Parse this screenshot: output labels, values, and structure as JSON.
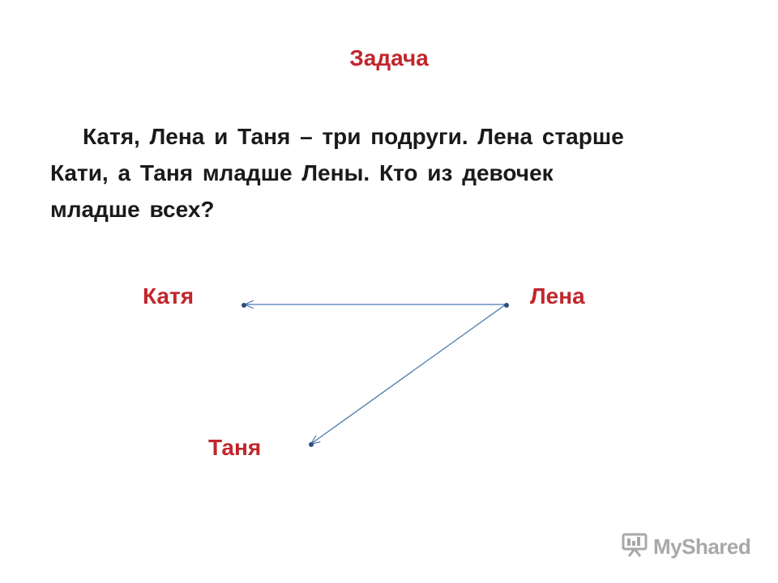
{
  "slide": {
    "title": "Задача",
    "problem_lines": [
      "Катя,  Лена  и  Таня – три  подруги.  Лена  старше",
      "Кати,  а  Таня  младше  Лены.  Кто  из  девочек",
      "младше  всех?"
    ]
  },
  "diagram": {
    "names": {
      "katya": "Катя",
      "lena": "Лена",
      "tanya": "Таня"
    },
    "arrows": [
      {
        "from": "lena",
        "to": "katya"
      },
      {
        "from": "lena",
        "to": "tanya"
      }
    ]
  },
  "watermark": {
    "text": "MyShared",
    "icon": "presentation-board-icon"
  },
  "colors": {
    "title": "#c0272d",
    "names": "#c0272d",
    "text": "#1a1a1a",
    "arrow": "#4a78b0",
    "dot": "#2f4f7f",
    "watermark": "#9a9a9a"
  }
}
